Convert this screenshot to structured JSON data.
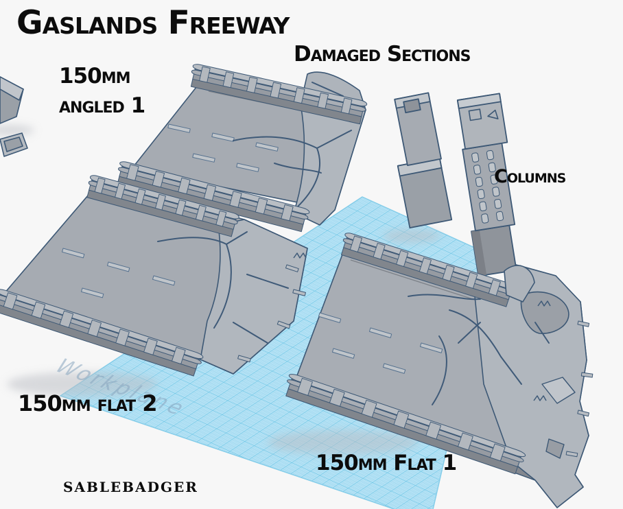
{
  "page": {
    "background_color": "#f7f7f7"
  },
  "header": {
    "title": "Gaslands Freeway",
    "subtitle": "Damaged Sections"
  },
  "labels": {
    "angled1_line1": "150mm",
    "angled1_line2": "angled 1",
    "columns": "Columns",
    "flat2": "150mm flat 2",
    "flat1": "150mm Flat 1"
  },
  "credit": {
    "text": "sablebadger"
  },
  "workplane": {
    "watermark": "Workplane",
    "surface_color": "#b4e2f5",
    "grid_color": "#5fc0e2"
  },
  "models": {
    "items": [
      {
        "name": "150mm angled 1"
      },
      {
        "name": "columns"
      },
      {
        "name": "150mm flat 2"
      },
      {
        "name": "150mm Flat 1"
      }
    ],
    "body_color": "#a6abb2",
    "outline_color": "#3d5875"
  }
}
